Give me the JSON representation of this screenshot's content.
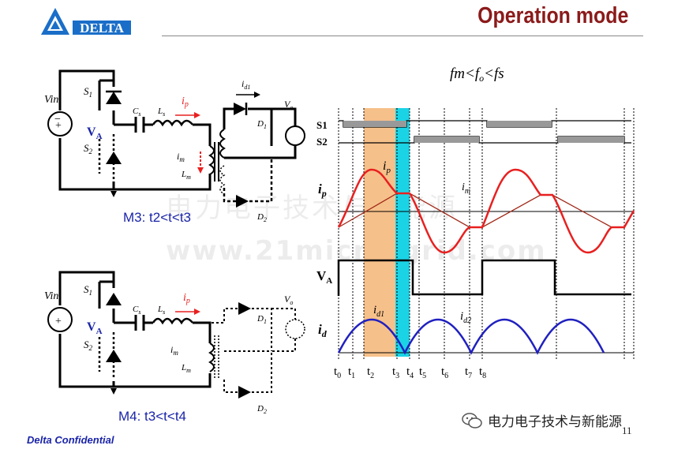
{
  "header": {
    "logo_text": "DELTA",
    "title": "Operation mode"
  },
  "circuit_m3": {
    "caption": "M3: t2<t<t3",
    "vin": "Vin",
    "s1": "S",
    "s1_sub": "1",
    "s2": "S",
    "s2_sub": "2",
    "va": "V",
    "va_sub": "A",
    "cs": "C",
    "cs_sub": "s",
    "ls": "L",
    "ls_sub": "s",
    "ip": "i",
    "ip_sub": "p",
    "im": "i",
    "im_sub": "m",
    "lm": "L",
    "lm_sub": "m",
    "id1": "i",
    "id1_sub": "d1",
    "vo": "V",
    "vo_sub": "o",
    "d1": "D",
    "d1_sub": "1",
    "d2": "D",
    "d2_sub": "2"
  },
  "circuit_m4": {
    "caption": "M4: t3<t<t4",
    "vin": "Vin",
    "s1": "S",
    "s1_sub": "1",
    "s2": "S",
    "s2_sub": "2",
    "va": "V",
    "va_sub": "A",
    "cs": "C",
    "cs_sub": "s",
    "ls": "L",
    "ls_sub": "s",
    "ip": "i",
    "ip_sub": "p",
    "im": "i",
    "im_sub": "m",
    "lm": "L",
    "lm_sub": "m",
    "vo": "V",
    "vo_sub": "o",
    "d1": "D",
    "d1_sub": "1",
    "d2": "D",
    "d2_sub": "2"
  },
  "waveforms": {
    "condition": {
      "fm": "fm",
      "lt1": "<",
      "fo": "f",
      "fo_sub": "o",
      "lt2": "<",
      "fs": "fs"
    },
    "rows": {
      "s1": "S1",
      "s2": "S2",
      "ip": "i",
      "ip_sub": "p",
      "va": "V",
      "va_sub": "A",
      "id": "i",
      "id_sub": "d"
    },
    "curve_labels": {
      "ip": "i",
      "ip_sub": "p",
      "im": "i",
      "im_sub": "m",
      "id1": "i",
      "id1_sub": "d1",
      "id2": "i",
      "id2_sub": "d2"
    },
    "time_labels": [
      {
        "t": "t",
        "sub": "0"
      },
      {
        "t": "t",
        "sub": "1"
      },
      {
        "t": "t",
        "sub": "2"
      },
      {
        "t": "t",
        "sub": "3"
      },
      {
        "t": "t",
        "sub": "4"
      },
      {
        "t": "t",
        "sub": "5"
      },
      {
        "t": "t",
        "sub": "6"
      },
      {
        "t": "t",
        "sub": "7"
      },
      {
        "t": "t",
        "sub": "8"
      }
    ],
    "highlight_colors": {
      "orange": "#f6c08a",
      "cyan": "#1ad4e6"
    },
    "colors": {
      "ip": "#e82020",
      "im": "#a02818",
      "id": "#2020c0",
      "va": "#000000",
      "gate": "#999999"
    }
  },
  "watermark": {
    "line1": "电力电子技术与新能源",
    "line2": "www.21micro-grid.com"
  },
  "footer": {
    "confidential": "Delta Confidential",
    "page_number": "11",
    "wechat_label": "电力电子技术与新能源"
  }
}
